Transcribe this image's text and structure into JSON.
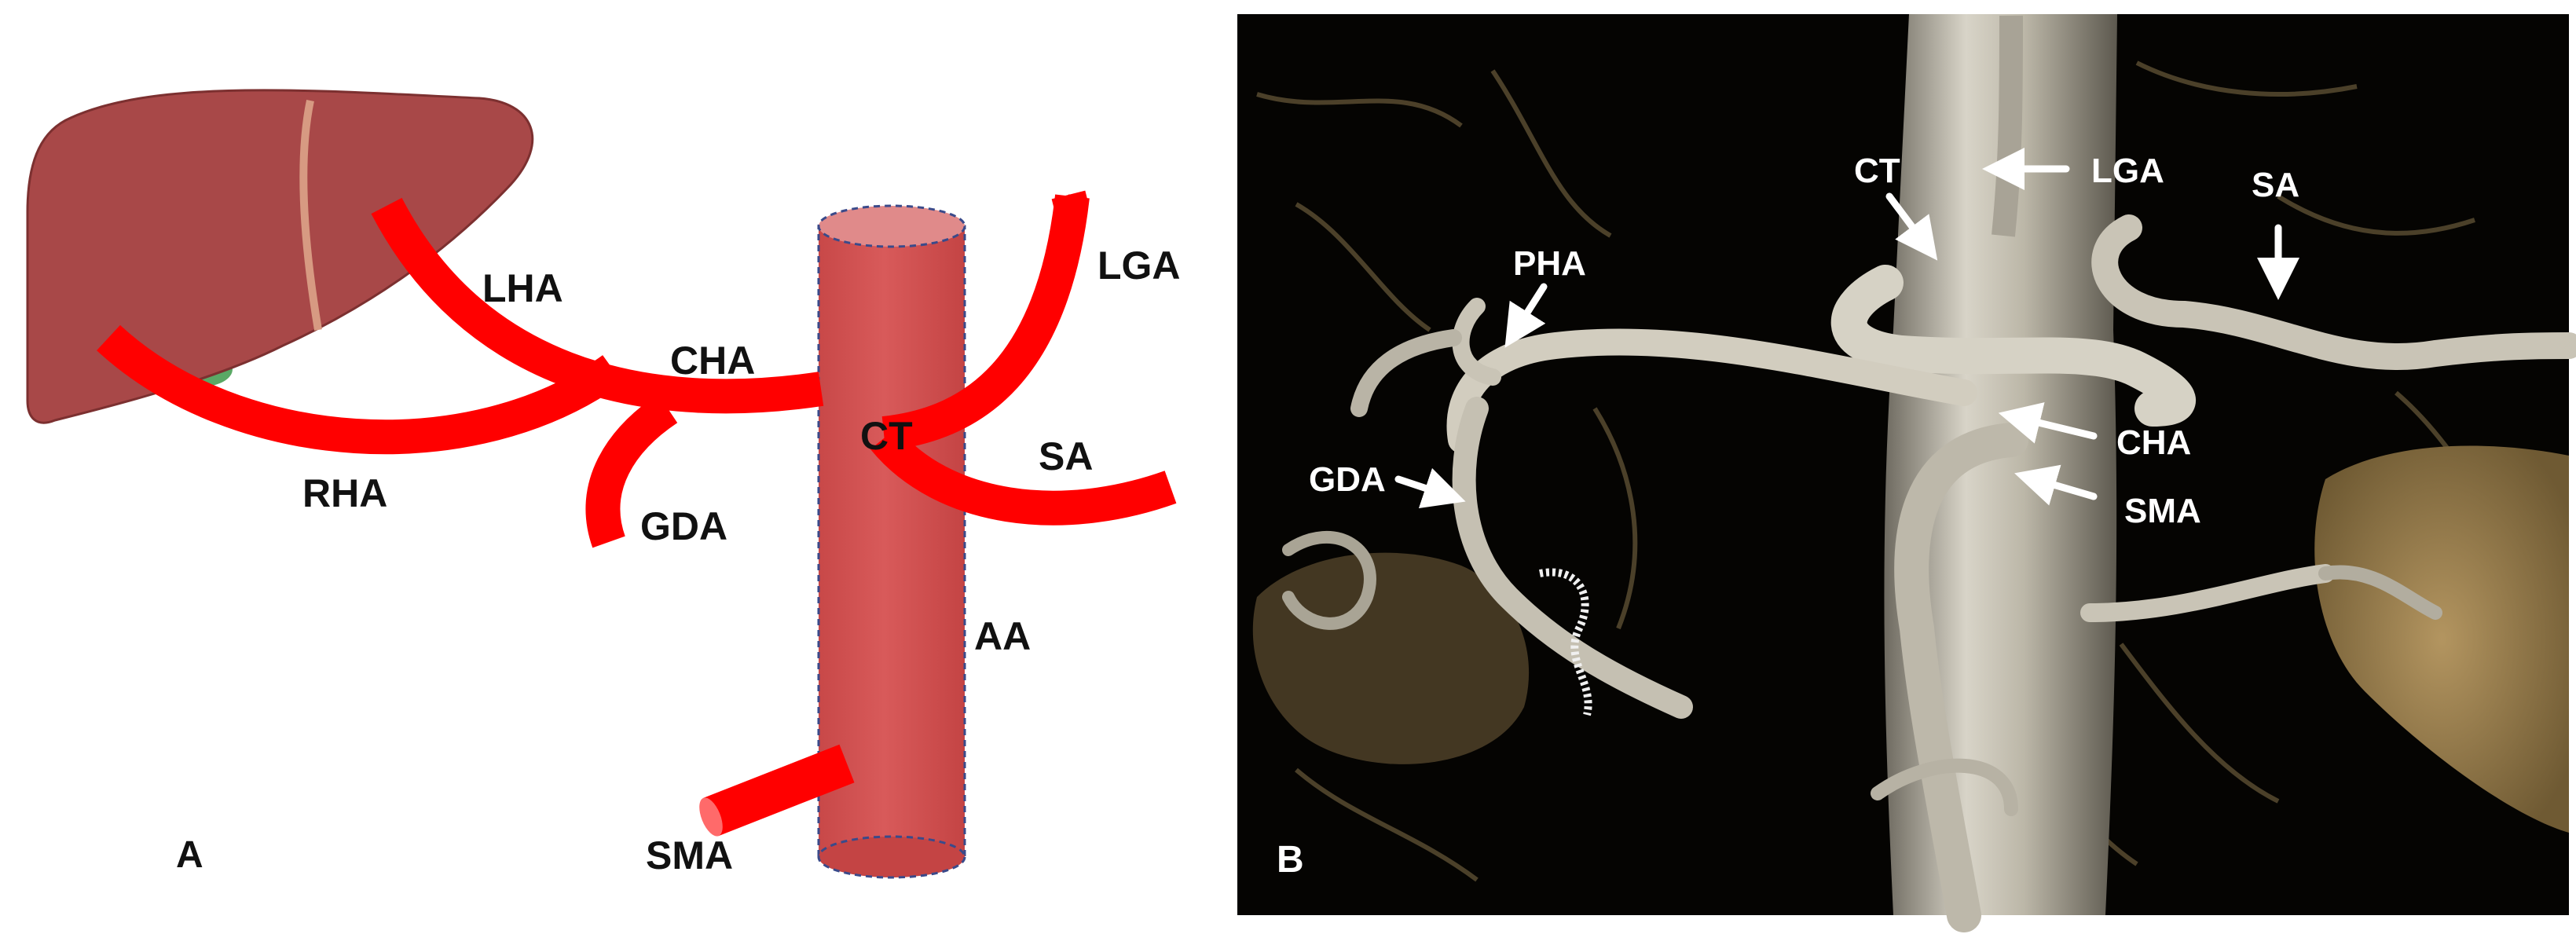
{
  "panel_a": {
    "letter": "A",
    "labels": {
      "lha": "LHA",
      "cha": "CHA",
      "rha": "RHA",
      "gda": "GDA",
      "ct": "CT",
      "lga": "LGA",
      "sa": "SA",
      "aa": "AA",
      "sma": "SMA"
    }
  },
  "panel_b": {
    "letter": "B",
    "labels": {
      "ct": "CT",
      "lga": "LGA",
      "sa": "SA",
      "pha": "PHA",
      "gda": "GDA",
      "cha": "CHA",
      "sma": "SMA"
    }
  },
  "colors": {
    "artery": "#ff0000",
    "aorta": "#d24e4e",
    "aorta_top": "#e08a8a",
    "liver": "#a84848",
    "gallbladder": "#5aa865",
    "ct_background": "#050402",
    "vessel": "#c9c4b6",
    "liver_ct": "#a58a55"
  }
}
